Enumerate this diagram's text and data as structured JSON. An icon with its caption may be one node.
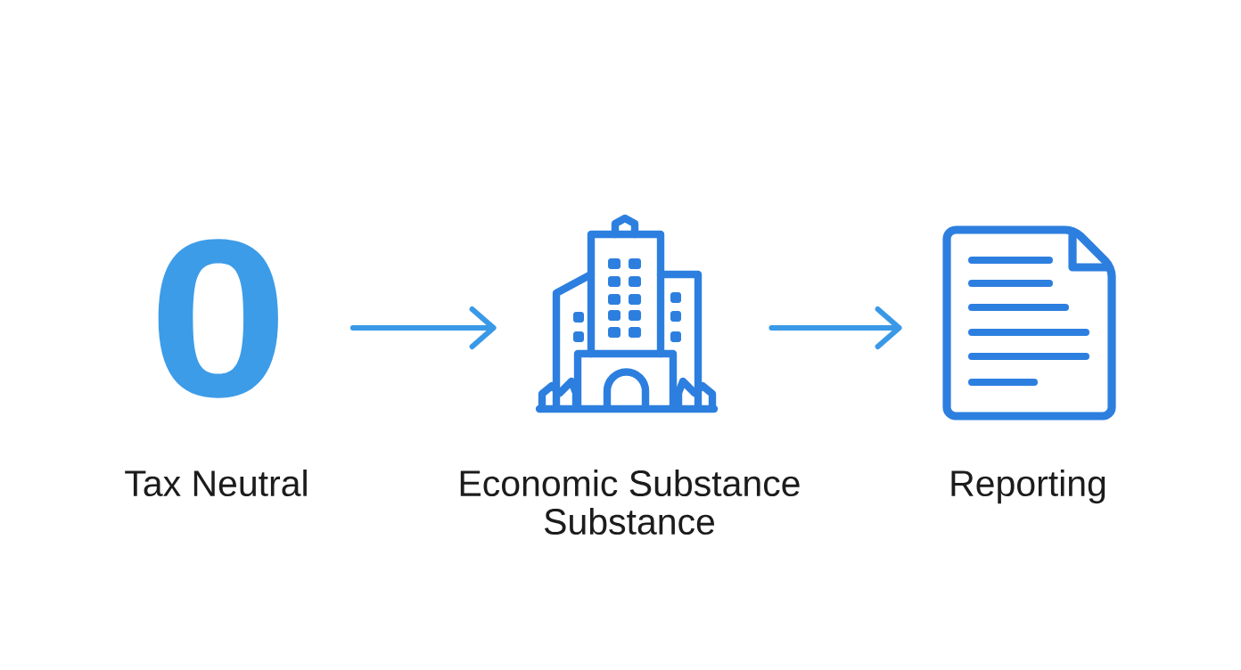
{
  "diagram": {
    "nodes": [
      {
        "text": [
          "0"
        ],
        "beside": [
          "Tax Neutral"
        ]
      },
      {
        "text": [],
        "shape": "picture",
        "beside": [
          "Economic Substance Substance"
        ]
      },
      {
        "text": [],
        "shape": "picture",
        "beside": [
          "Reporting"
        ]
      }
    ],
    "edges": [
      {
        "from": 0,
        "to": 1,
        "arrow": "to"
      },
      {
        "from": 1,
        "to": 2,
        "arrow": "to"
      }
    ]
  }
}
